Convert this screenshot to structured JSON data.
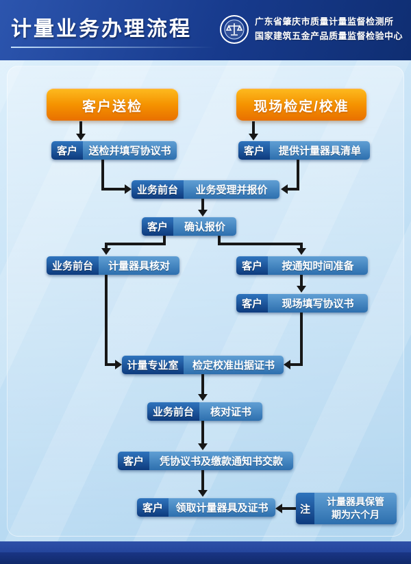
{
  "header": {
    "title": "计量业务办理流程",
    "org_line1": "广东省肇庆市质量计量监督检测所",
    "org_line2": "国家建筑五金产品质量监督检验中心"
  },
  "flow": {
    "start_left": "客户送检",
    "start_right": "现场检定/校准",
    "nodes": {
      "submit": {
        "role": "客户",
        "text": "送检并填写协议书"
      },
      "provide_list": {
        "role": "客户",
        "text": "提供计量器具清单"
      },
      "front_desk_quote": {
        "role": "业务前台",
        "text": "业务受理并报价"
      },
      "confirm_quote": {
        "role": "客户",
        "text": "确认报价"
      },
      "verify_instruments": {
        "role": "业务前台",
        "text": "计量器具核对"
      },
      "prepare": {
        "role": "客户",
        "text": "按通知时间准备"
      },
      "fill_agreement": {
        "role": "客户",
        "text": "现场填写协议书"
      },
      "issue_cert": {
        "role": "计量专业室",
        "text": "检定校准出据证书"
      },
      "check_cert": {
        "role": "业务前台",
        "text": "核对证书"
      },
      "pay": {
        "role": "客户",
        "text": "凭协议书及缴款通知书交款"
      },
      "collect": {
        "role": "客户",
        "text": "领取计量器具及证书"
      }
    },
    "note": {
      "label": "注",
      "line1": "计量器具保管",
      "line2": "期为六个月"
    }
  },
  "colors": {
    "accent_orange": "#f18a00",
    "role_dark_blue": "#0f3d80",
    "action_blue": "#3e86c8",
    "header_blue": "#173a8c",
    "background_blue": "#c6e2f6"
  }
}
